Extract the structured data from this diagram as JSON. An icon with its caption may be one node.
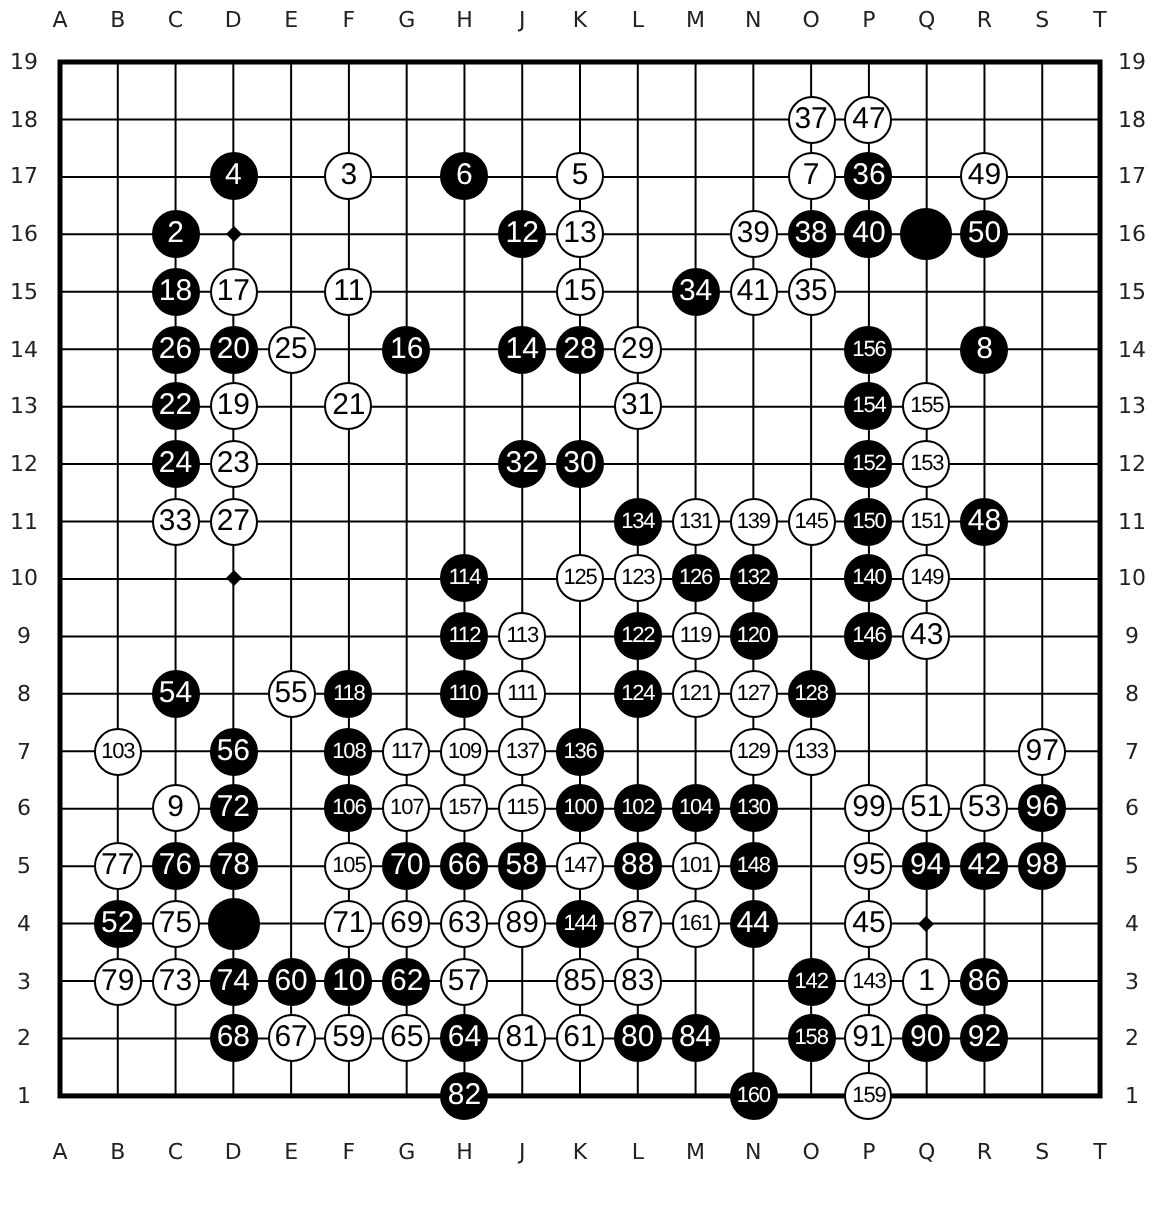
{
  "diagram": {
    "nodes": [
      {
        "text": [
          "37"
        ]
      },
      {
        "text": [
          "47"
        ]
      },
      {
        "text": [
          "4"
        ]
      },
      {
        "text": [
          "3"
        ]
      },
      {
        "text": [
          "6"
        ]
      },
      {
        "text": [
          "5"
        ]
      },
      {
        "text": [
          "7"
        ]
      },
      {
        "text": [
          "36"
        ]
      },
      {
        "text": [
          "49"
        ]
      },
      {
        "text": [
          "2"
        ]
      },
      {
        "text": [
          "12"
        ]
      },
      {
        "text": [
          "13"
        ]
      },
      {
        "text": [
          "39"
        ]
      },
      {
        "text": [
          "38"
        ]
      },
      {
        "text": [
          "40"
        ]
      },
      {
        "text": [],
        "shape": "circle"
      },
      {
        "text": [
          "50"
        ]
      },
      {
        "text": [
          "18"
        ]
      },
      {
        "text": [
          "17"
        ]
      },
      {
        "text": [
          "11"
        ]
      },
      {
        "text": [
          "15"
        ]
      },
      {
        "text": [
          "34"
        ]
      },
      {
        "text": [
          "41"
        ]
      },
      {
        "text": [
          "35"
        ]
      },
      {
        "text": [
          "26"
        ]
      },
      {
        "text": [
          "20"
        ]
      },
      {
        "text": [
          "25"
        ]
      },
      {
        "text": [
          "16"
        ]
      },
      {
        "text": [
          "14"
        ]
      },
      {
        "text": [
          "28"
        ]
      },
      {
        "text": [
          "29"
        ]
      },
      {
        "text": [
          "156"
        ]
      },
      {
        "text": [
          "8"
        ]
      },
      {
        "text": [
          "22"
        ]
      },
      {
        "text": [
          "19"
        ]
      },
      {
        "text": [
          "21"
        ]
      },
      {
        "text": [
          "31"
        ]
      },
      {
        "text": [
          "154"
        ]
      },
      {
        "text": [
          "155"
        ]
      },
      {
        "text": [
          "24"
        ]
      },
      {
        "text": [
          "23"
        ]
      },
      {
        "text": [
          "32"
        ]
      },
      {
        "text": [
          "30"
        ]
      },
      {
        "text": [
          "152"
        ]
      },
      {
        "text": [
          "153"
        ]
      },
      {
        "text": [
          "33"
        ]
      },
      {
        "text": [
          "27"
        ]
      },
      {
        "text": [
          "134"
        ]
      },
      {
        "text": [
          "131"
        ]
      },
      {
        "text": [
          "139"
        ]
      },
      {
        "text": [
          "145"
        ]
      },
      {
        "text": [
          "150"
        ]
      },
      {
        "text": [
          "151"
        ]
      },
      {
        "text": [
          "48"
        ]
      },
      {
        "text": [
          "114"
        ]
      },
      {
        "text": [
          "125"
        ]
      },
      {
        "text": [
          "123"
        ]
      },
      {
        "text": [
          "126"
        ]
      },
      {
        "text": [
          "132"
        ]
      },
      {
        "text": [
          "140"
        ]
      },
      {
        "text": [
          "149"
        ]
      },
      {
        "text": [
          "112"
        ]
      },
      {
        "text": [
          "113"
        ]
      },
      {
        "text": [
          "122"
        ]
      },
      {
        "text": [
          "119"
        ]
      },
      {
        "text": [
          "120"
        ]
      },
      {
        "text": [
          "146"
        ]
      },
      {
        "text": [
          "43"
        ]
      },
      {
        "text": [
          "54"
        ]
      },
      {
        "text": [
          "55"
        ]
      },
      {
        "text": [
          "118"
        ]
      },
      {
        "text": [
          "110"
        ]
      },
      {
        "text": [
          "111"
        ]
      },
      {
        "text": [
          "124"
        ]
      },
      {
        "text": [
          "121"
        ]
      },
      {
        "text": [
          "127"
        ]
      },
      {
        "text": [
          "128"
        ]
      },
      {
        "text": [
          "103"
        ]
      },
      {
        "text": [
          "56"
        ]
      },
      {
        "text": [
          "108"
        ]
      },
      {
        "text": [
          "117"
        ]
      },
      {
        "text": [
          "109"
        ]
      },
      {
        "text": [
          "137"
        ]
      },
      {
        "text": [
          "136"
        ]
      },
      {
        "text": [
          "129"
        ]
      },
      {
        "text": [
          "133"
        ]
      },
      {
        "text": [
          "97"
        ]
      },
      {
        "text": [
          "9"
        ]
      },
      {
        "text": [
          "72"
        ]
      },
      {
        "text": [
          "106"
        ]
      },
      {
        "text": [
          "107"
        ]
      },
      {
        "text": [
          "157"
        ]
      },
      {
        "text": [
          "115"
        ]
      },
      {
        "text": [
          "100"
        ]
      },
      {
        "text": [
          "102"
        ]
      },
      {
        "text": [
          "104"
        ]
      },
      {
        "text": [
          "130"
        ]
      },
      {
        "text": [
          "99"
        ]
      },
      {
        "text": [
          "51"
        ]
      },
      {
        "text": [
          "53"
        ]
      },
      {
        "text": [
          "96"
        ]
      },
      {
        "text": [
          "77"
        ]
      },
      {
        "text": [
          "76"
        ]
      },
      {
        "text": [
          "78"
        ]
      },
      {
        "text": [
          "105"
        ]
      },
      {
        "text": [
          "70"
        ]
      },
      {
        "text": [
          "66"
        ]
      },
      {
        "text": [
          "58"
        ]
      },
      {
        "text": [
          "147"
        ]
      },
      {
        "text": [
          "88"
        ]
      },
      {
        "text": [
          "101"
        ]
      },
      {
        "text": [
          "148"
        ]
      },
      {
        "text": [
          "95"
        ]
      },
      {
        "text": [
          "94"
        ]
      },
      {
        "text": [
          "42"
        ]
      },
      {
        "text": [
          "98"
        ]
      },
      {
        "text": [
          "52"
        ]
      },
      {
        "text": [
          "75"
        ]
      },
      {
        "text": [],
        "shape": "circle"
      },
      {
        "text": [
          "71"
        ]
      },
      {
        "text": [
          "69"
        ]
      },
      {
        "text": [
          "63"
        ]
      },
      {
        "text": [
          "89"
        ]
      },
      {
        "text": [
          "144"
        ]
      },
      {
        "text": [
          "87"
        ]
      },
      {
        "text": [
          "161"
        ]
      },
      {
        "text": [
          "44"
        ]
      },
      {
        "text": [
          "45"
        ]
      },
      {
        "text": [
          "79"
        ]
      },
      {
        "text": [
          "73"
        ]
      },
      {
        "text": [
          "74"
        ]
      },
      {
        "text": [
          "60"
        ]
      },
      {
        "text": [
          "10"
        ]
      },
      {
        "text": [
          "62"
        ]
      },
      {
        "text": [
          "57"
        ]
      },
      {
        "text": [
          "85"
        ]
      },
      {
        "text": [
          "83"
        ]
      },
      {
        "text": [
          "142"
        ]
      },
      {
        "text": [
          "143"
        ]
      },
      {
        "text": [
          "1"
        ]
      },
      {
        "text": [
          "86"
        ]
      },
      {
        "text": [
          "68"
        ]
      },
      {
        "text": [
          "67"
        ]
      },
      {
        "text": [
          "59"
        ]
      },
      {
        "text": [
          "65"
        ]
      },
      {
        "text": [
          "64"
        ]
      },
      {
        "text": [
          "81"
        ]
      },
      {
        "text": [
          "61"
        ]
      },
      {
        "text": [
          "80"
        ]
      },
      {
        "text": [
          "84"
        ]
      },
      {
        "text": [
          "158"
        ]
      },
      {
        "text": [
          "91"
        ]
      },
      {
        "text": [
          "90"
        ]
      },
      {
        "text": [
          "92"
        ]
      },
      {
        "text": [
          "82"
        ]
      },
      {
        "text": [
          "160"
        ]
      },
      {
        "text": [
          "159"
        ]
      }
    ],
    "labels": [
      "A",
      "B",
      "C",
      "D",
      "E",
      "F",
      "G",
      "H",
      "J",
      "K",
      "L",
      "M",
      "N",
      "O",
      "P",
      "Q",
      "R",
      "S",
      "T",
      "19",
      "19",
      "18",
      "18",
      "17",
      "17",
      "16",
      "16",
      "15",
      "15",
      "14",
      "14",
      "13",
      "13",
      "12",
      "12",
      "11",
      "11",
      "10",
      "10",
      "9",
      "9",
      "8",
      "8",
      "7",
      "7",
      "6",
      "6",
      "5",
      "5",
      "4",
      "4",
      "3",
      "3",
      "2",
      "2",
      "1",
      "1",
      "A",
      "B",
      "C",
      "D",
      "E",
      "F",
      "G",
      "H",
      "J",
      "K",
      "L",
      "M",
      "N",
      "O",
      "P",
      "Q",
      "R",
      "S",
      "T"
    ]
  }
}
